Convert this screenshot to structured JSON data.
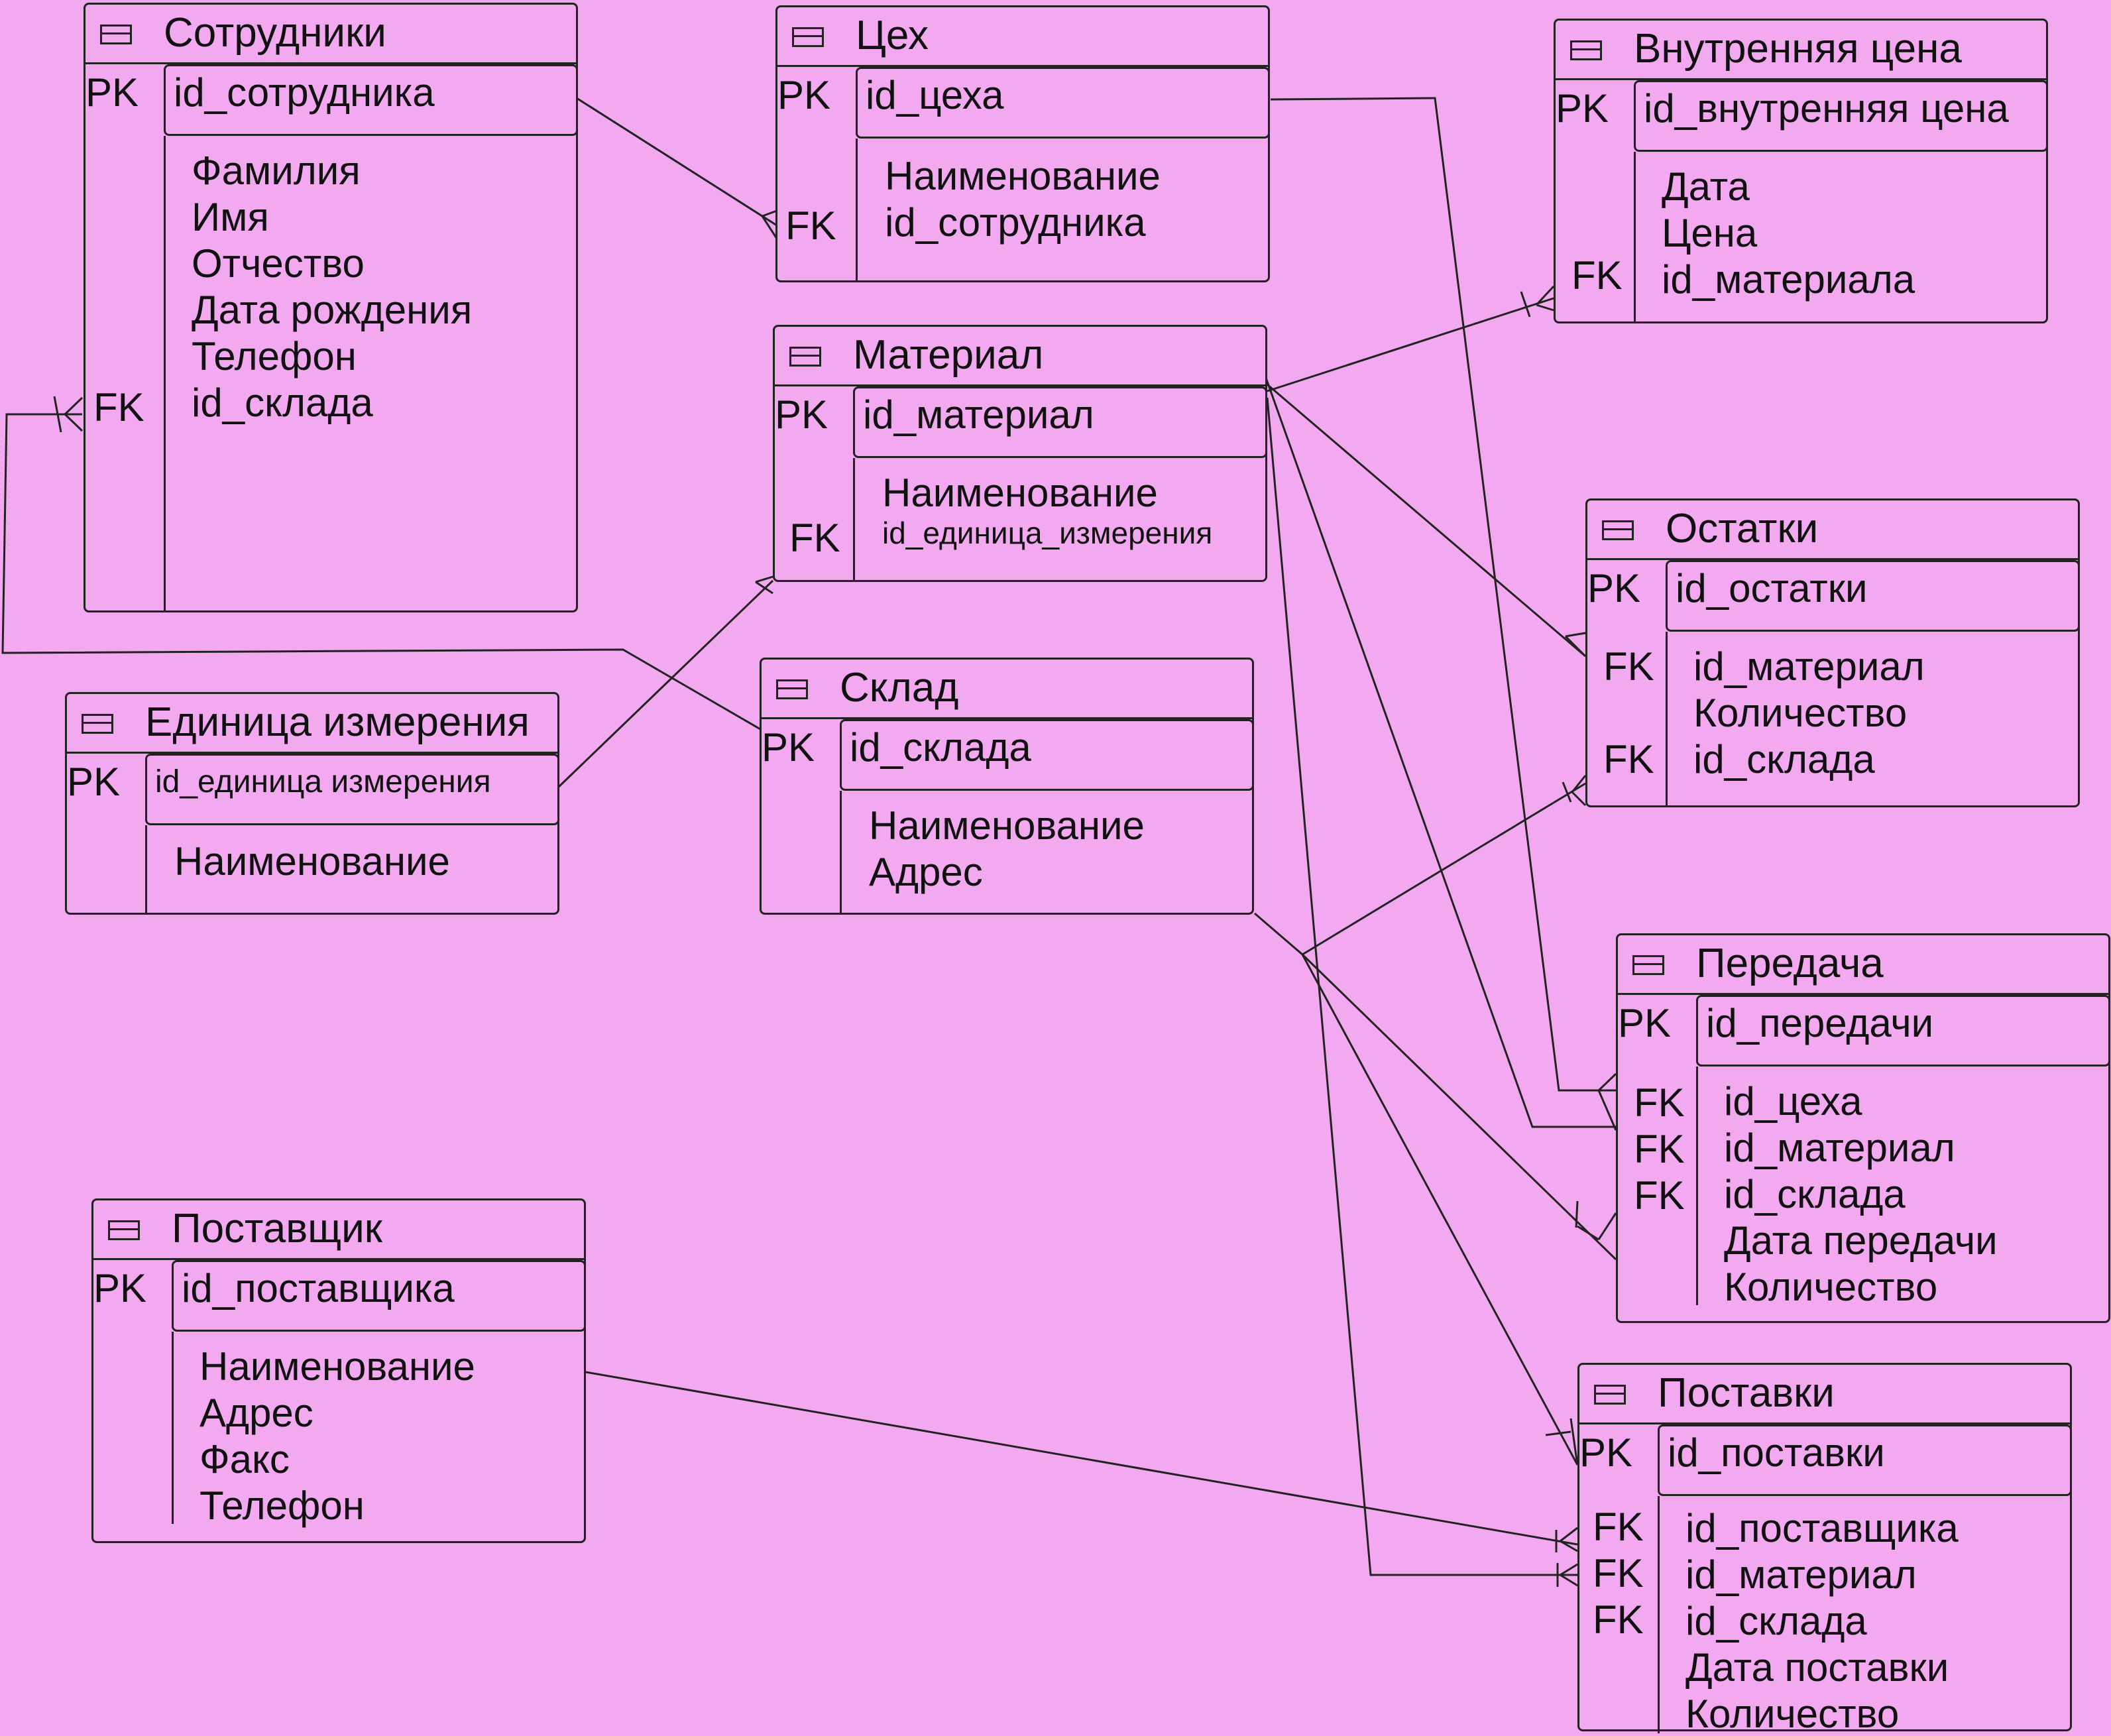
{
  "pk_label": "PK",
  "fk_label": "FK",
  "entities": {
    "employees": {
      "title": "Сотрудники",
      "pk_field": "id_сотрудника",
      "attributes": [
        "Фамилия",
        "Имя",
        "Отчество",
        "Дата рождения",
        "Телефон",
        "id_склада"
      ]
    },
    "workshop": {
      "title": "Цех",
      "pk_field": "id_цеха",
      "attributes": [
        "Наименование",
        "id_сотрудника"
      ]
    },
    "internal_price": {
      "title": "Внутренняя цена",
      "pk_field": "id_внутренняя цена",
      "attributes": [
        "Дата",
        "Цена",
        "id_материала"
      ]
    },
    "material": {
      "title": "Материал",
      "pk_field": "id_материал",
      "attributes": [
        "Наименование",
        "id_единица_измерения"
      ]
    },
    "remains": {
      "title": "Остатки",
      "pk_field": "id_остатки",
      "attributes": [
        "id_материал",
        "Количество",
        "id_склада"
      ]
    },
    "unit": {
      "title": "Единица измерения",
      "pk_field": "id_единица измерения",
      "attributes": [
        "Наименование"
      ]
    },
    "warehouse": {
      "title": "Склад",
      "pk_field": "id_склада",
      "attributes": [
        "Наименование",
        "Адрес"
      ]
    },
    "transfer": {
      "title": "Передача",
      "pk_field": "id_передачи",
      "attributes": [
        "id_цеха",
        "id_материал",
        "id_склада",
        "Дата передачи",
        "Количество"
      ]
    },
    "supplier": {
      "title": "Поставщик",
      "pk_field": "id_поставщика",
      "attributes": [
        "Наименование",
        "Адрес",
        "Факс",
        "Телефон"
      ]
    },
    "deliveries": {
      "title": "Поставки",
      "pk_field": "id_поставки",
      "attributes": [
        "id_поставщика",
        "id_материал",
        "id_склада",
        "Дата поставки",
        "Количество"
      ]
    }
  }
}
